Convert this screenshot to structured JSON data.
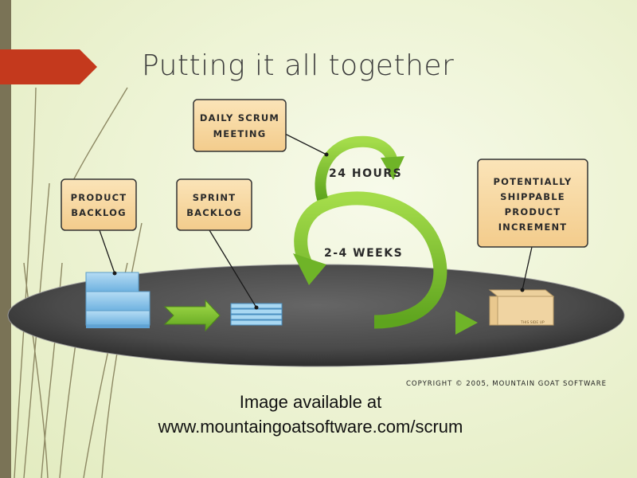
{
  "slide": {
    "title": "Putting it all together",
    "caption_line1": "Image available at",
    "caption_line2": "www.mountaingoatsoftware.com/scrum"
  },
  "diagram": {
    "boxes": {
      "daily_scrum": [
        "DAILY SCRUM",
        "MEETING"
      ],
      "product_backlog": [
        "PRODUCT",
        "BACKLOG"
      ],
      "sprint_backlog": [
        "SPRINT",
        "BACKLOG"
      ],
      "increment": [
        "POTENTIALLY",
        "SHIPPABLE",
        "PRODUCT",
        "INCREMENT"
      ]
    },
    "loop_small_label": "24 HOURS",
    "loop_large_label": "2-4 WEEKS",
    "box_label_text": "THIS SIDE UP",
    "copyright": "COPYRIGHT © 2005, MOUNTAIN GOAT SOFTWARE"
  },
  "colors": {
    "accent_arrow": "#c4391d",
    "side_bar": "#7a7356",
    "label_box_fill": "#f8d9a4",
    "label_box_border": "#333333",
    "flow_arrow": "#7cc030",
    "backlog_blue": "#8ec8ec",
    "platform": "#4e4e4e"
  }
}
